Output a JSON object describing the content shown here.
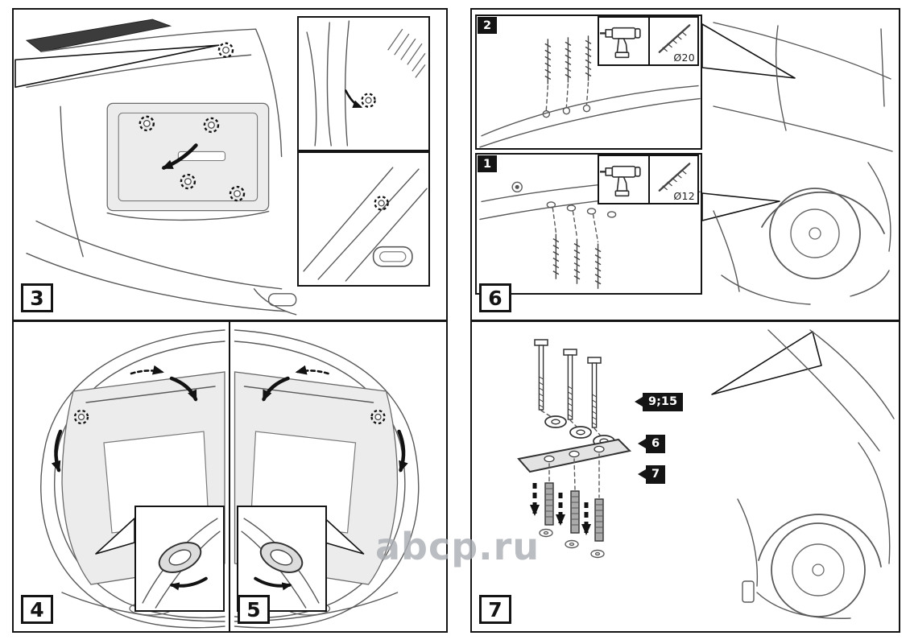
{
  "watermark": {
    "text": "abcp.ru"
  },
  "panels": {
    "p3": {
      "step": "3"
    },
    "p4": {
      "step": "4"
    },
    "p5": {
      "step": "5"
    },
    "p6": {
      "step": "6",
      "insets": [
        {
          "badge": "2",
          "drill_diameter": "Ø20"
        },
        {
          "badge": "1",
          "drill_diameter": "Ø12"
        }
      ]
    },
    "p7": {
      "step": "7",
      "part_labels": [
        {
          "text": "9;15",
          "part": "washers"
        },
        {
          "text": "6",
          "part": "mounting-plate"
        },
        {
          "text": "7",
          "part": "expansion-dowel"
        }
      ]
    }
  },
  "colors": {
    "line": "#5a5a5a",
    "dark_line": "#141414",
    "shade": "#ececec",
    "label_bg": "#141414",
    "label_fg": "#ffffff",
    "watermark": "#a9adb2"
  }
}
